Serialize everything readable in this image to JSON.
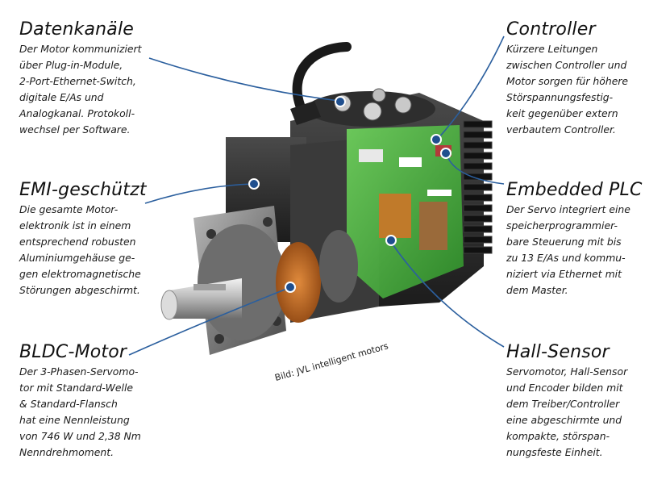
{
  "callouts": {
    "datenkanaele": {
      "title": "Datenkanäle",
      "text": "Der Motor kommuniziert\nüber Plug-in-Module,\n2-Port-Ethernet-Switch,\ndigitale E/As und\nAnalogkanal. Protokoll-\nwechsel per Software."
    },
    "controller": {
      "title": "Controller",
      "text": "Kürzere Leitungen\nzwischen Controller und\nMotor sorgen für höhere\nStörspannungsfestig-\nkeit gegenüber extern\nverbautem Controller."
    },
    "emi": {
      "title": "EMI-geschützt",
      "text": "Die gesamte Motor-\nelektronik ist in einem\nentsprechend robusten\nAluminiumgehäuse ge-\ngen elektromagnetische\nStörungen abgeschirmt."
    },
    "plc": {
      "title": "Embedded PLC",
      "text": "Der Servo integriert eine\nspeicherprogrammier-\nbare Steuerung mit bis\nzu 13 E/As und kommu-\nniziert via Ethernet mit\ndem Master."
    },
    "bldc": {
      "title": "BLDC-Motor",
      "text": "Der 3-Phasen-Servomo-\ntor mit Standard-Welle\n& Standard-Flansch\nhat eine Nennleistung\nvon 746 W und 2,38 Nm\nNenndrehmoment."
    },
    "hall": {
      "title": "Hall-Sensor",
      "text": "Servomotor, Hall-Sensor\nund Encoder bilden mit\ndem Treiber/Controller\neine abgeschirmte und\nkompakte, störspan-\nnungsfeste Einheit."
    }
  },
  "image_credit": "Bild: JVL intelligent motors",
  "colors": {
    "leader_line": "#2b5f9e",
    "marker_ring": "#ffffff",
    "marker_fill": "#1f4f8e",
    "housing_dark": "#2a2a2a",
    "flange_grey": "#8a8a8a",
    "pcb_green": "#3fae3a"
  }
}
